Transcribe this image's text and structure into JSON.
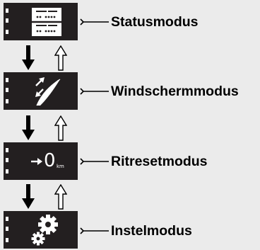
{
  "modes": [
    {
      "label": "Statusmodus",
      "icon": "status-display-icon"
    },
    {
      "label": "Windschermmodus",
      "icon": "windshield-icon"
    },
    {
      "label": "Ritresetmodus",
      "icon": "trip-reset-icon"
    },
    {
      "label": "Instelmodus",
      "icon": "settings-gears-icon"
    }
  ],
  "trip_reset": {
    "value": "0",
    "unit": "km"
  },
  "transitions": [
    {
      "forward": "down-arrow",
      "back": "up-arrow"
    },
    {
      "forward": "down-arrow",
      "back": "up-arrow"
    },
    {
      "forward": "down-arrow",
      "back": "up-arrow"
    }
  ],
  "colors": {
    "background": "#ebebeb",
    "box": "#231f20",
    "icon": "#ffffff",
    "text": "#000000"
  }
}
